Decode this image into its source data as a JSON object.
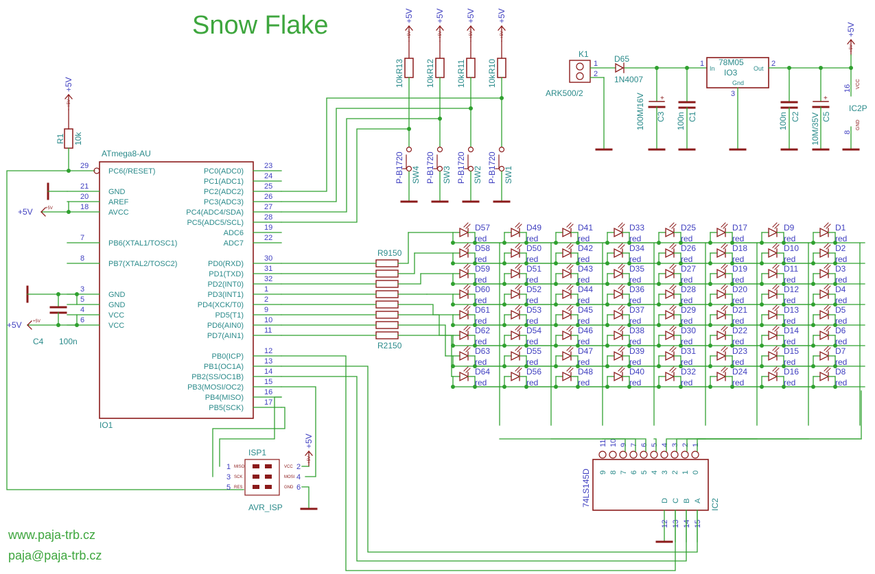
{
  "title": "Snow Flake",
  "footer": {
    "web": "www.paja-trb.cz",
    "email": "paja@paja-trb.cz"
  },
  "mcu": {
    "name": "ATmega8-AU",
    "ref": "IO1",
    "left_pins": [
      {
        "num": "29",
        "label": "PC6(/RESET)"
      },
      {
        "num": "21",
        "label": "GND"
      },
      {
        "num": "20",
        "label": "AREF"
      },
      {
        "num": "18",
        "label": "AVCC"
      },
      {
        "num": "7",
        "label": "PB6(XTAL1/TOSC1)"
      },
      {
        "num": "8",
        "label": "PB7(XTAL2/TOSC2)"
      },
      {
        "num": "3",
        "label": "GND"
      },
      {
        "num": "5",
        "label": "GND"
      },
      {
        "num": "4",
        "label": "VCC"
      },
      {
        "num": "6",
        "label": "VCC"
      }
    ],
    "right_pins": [
      {
        "num": "23",
        "label": "PC0(ADC0)"
      },
      {
        "num": "24",
        "label": "PC1(ADC1)"
      },
      {
        "num": "25",
        "label": "PC2(ADC2)"
      },
      {
        "num": "26",
        "label": "PC3(ADC3)"
      },
      {
        "num": "27",
        "label": "PC4(ADC4/SDA)"
      },
      {
        "num": "28",
        "label": "PC5(ADC5/SCL)"
      },
      {
        "num": "19",
        "label": "ADC6"
      },
      {
        "num": "22",
        "label": "ADC7"
      },
      {
        "num": "30",
        "label": "PD0(RXD)"
      },
      {
        "num": "31",
        "label": "PD1(TXD)"
      },
      {
        "num": "32",
        "label": "PD2(INT0)"
      },
      {
        "num": "1",
        "label": "PD3(INT1)"
      },
      {
        "num": "2",
        "label": "PD4(XCK/T0)"
      },
      {
        "num": "9",
        "label": "PD5(T1)"
      },
      {
        "num": "10",
        "label": "PD6(AIN0)"
      },
      {
        "num": "11",
        "label": "PD7(AIN1)"
      },
      {
        "num": "12",
        "label": "PB0(ICP)"
      },
      {
        "num": "13",
        "label": "PB1(OC1A)"
      },
      {
        "num": "14",
        "label": "PB2(SS/OC1B)"
      },
      {
        "num": "15",
        "label": "PB3(MOSI/OC2)"
      },
      {
        "num": "16",
        "label": "PB4(MISO)"
      },
      {
        "num": "17",
        "label": "PB5(SCK)"
      }
    ]
  },
  "power": {
    "plus5v": "+5V",
    "small5v": "+5V"
  },
  "r1": {
    "ref": "R1",
    "value": "10k"
  },
  "c4": {
    "ref": "C4",
    "value": "100n"
  },
  "pullups": [
    {
      "ref": "R13",
      "value": "10k"
    },
    {
      "ref": "R12",
      "value": "10k"
    },
    {
      "ref": "R11",
      "value": "10k"
    },
    {
      "ref": "R10",
      "value": "10k"
    }
  ],
  "switches": [
    {
      "ref": "SW4",
      "part": "P-B1720"
    },
    {
      "ref": "SW3",
      "part": "P-B1720"
    },
    {
      "ref": "SW2",
      "part": "P-B1720"
    },
    {
      "ref": "SW1",
      "part": "P-B1720"
    }
  ],
  "resistor_array": {
    "top": "R9150",
    "bottom": "R2150"
  },
  "led_color": "red",
  "led_matrix": [
    [
      "D57",
      "D49",
      "D41",
      "D33",
      "D25",
      "D17",
      "D9",
      "D1"
    ],
    [
      "D58",
      "D50",
      "D42",
      "D34",
      "D26",
      "D18",
      "D10",
      "D2"
    ],
    [
      "D59",
      "D51",
      "D43",
      "D35",
      "D27",
      "D19",
      "D11",
      "D3"
    ],
    [
      "D60",
      "D52",
      "D44",
      "D36",
      "D28",
      "D20",
      "D12",
      "D4"
    ],
    [
      "D61",
      "D53",
      "D45",
      "D37",
      "D29",
      "D21",
      "D13",
      "D5"
    ],
    [
      "D62",
      "D54",
      "D46",
      "D38",
      "D30",
      "D22",
      "D14",
      "D6"
    ],
    [
      "D63",
      "D55",
      "D47",
      "D39",
      "D31",
      "D23",
      "D15",
      "D7"
    ],
    [
      "D64",
      "D56",
      "D48",
      "D40",
      "D32",
      "D24",
      "D16",
      "D8"
    ]
  ],
  "isp": {
    "ref": "ISP1",
    "name": "AVR_ISP",
    "pins": [
      {
        "num": "1",
        "label": "MISO"
      },
      {
        "num": "2",
        "label": "VCC"
      },
      {
        "num": "3",
        "label": "SCK"
      },
      {
        "num": "4",
        "label": "MOSI"
      },
      {
        "num": "5",
        "label": "RES"
      },
      {
        "num": "6",
        "label": "GND"
      }
    ]
  },
  "psu": {
    "connector": {
      "ref": "K1",
      "name": "ARK500/2",
      "pin1": "1",
      "pin2": "2"
    },
    "diode": {
      "ref": "D65",
      "value": "1N4007"
    },
    "regulator": {
      "name": "78M05",
      "ref": "IO3",
      "in": "In",
      "out": "Out",
      "gnd": "Gnd",
      "pin1": "1",
      "pin2": "2",
      "pin3": "3"
    },
    "c3": {
      "ref": "C3",
      "value": "100M/16V"
    },
    "c1": {
      "ref": "C1",
      "value": "100n"
    },
    "c2": {
      "ref": "C2",
      "value": "100n"
    },
    "c5": {
      "ref": "C5",
      "value": "10M/35V"
    },
    "ic2p": {
      "ref": "IC2P",
      "vcc": "VCC",
      "gnd": "GND",
      "pin16": "16",
      "pin8": "8"
    }
  },
  "decoder": {
    "name": "74LS145D",
    "ref": "IC2",
    "outputs": [
      "11",
      "10",
      "9",
      "7",
      "6",
      "5",
      "4",
      "3",
      "2",
      "1"
    ],
    "out_labels": [
      "9",
      "8",
      "7",
      "6",
      "5",
      "4",
      "3",
      "2",
      "1",
      "0"
    ],
    "inputs": [
      "D",
      "C",
      "B",
      "A"
    ],
    "input_pins": [
      "12",
      "13",
      "14",
      "15"
    ]
  }
}
